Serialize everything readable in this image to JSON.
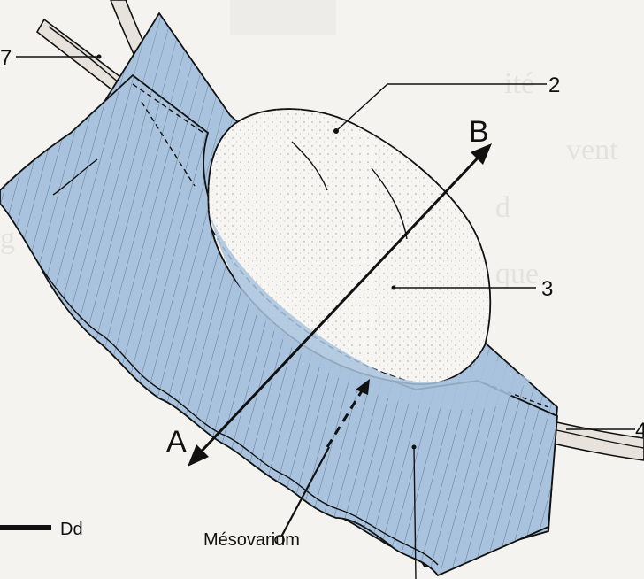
{
  "labels": {
    "num_7": "7",
    "num_2": "2",
    "num_3": "3",
    "num_4": "4",
    "axis_b": "B",
    "axis_a": "A",
    "legend_dd": "Dd",
    "mesovarium": "Mésovarium"
  },
  "colors": {
    "mesovarium_blue": "#a9c3de",
    "ovary_fill": "#f6f5f2",
    "ink": "#111111",
    "background": "#f4f3f0"
  }
}
